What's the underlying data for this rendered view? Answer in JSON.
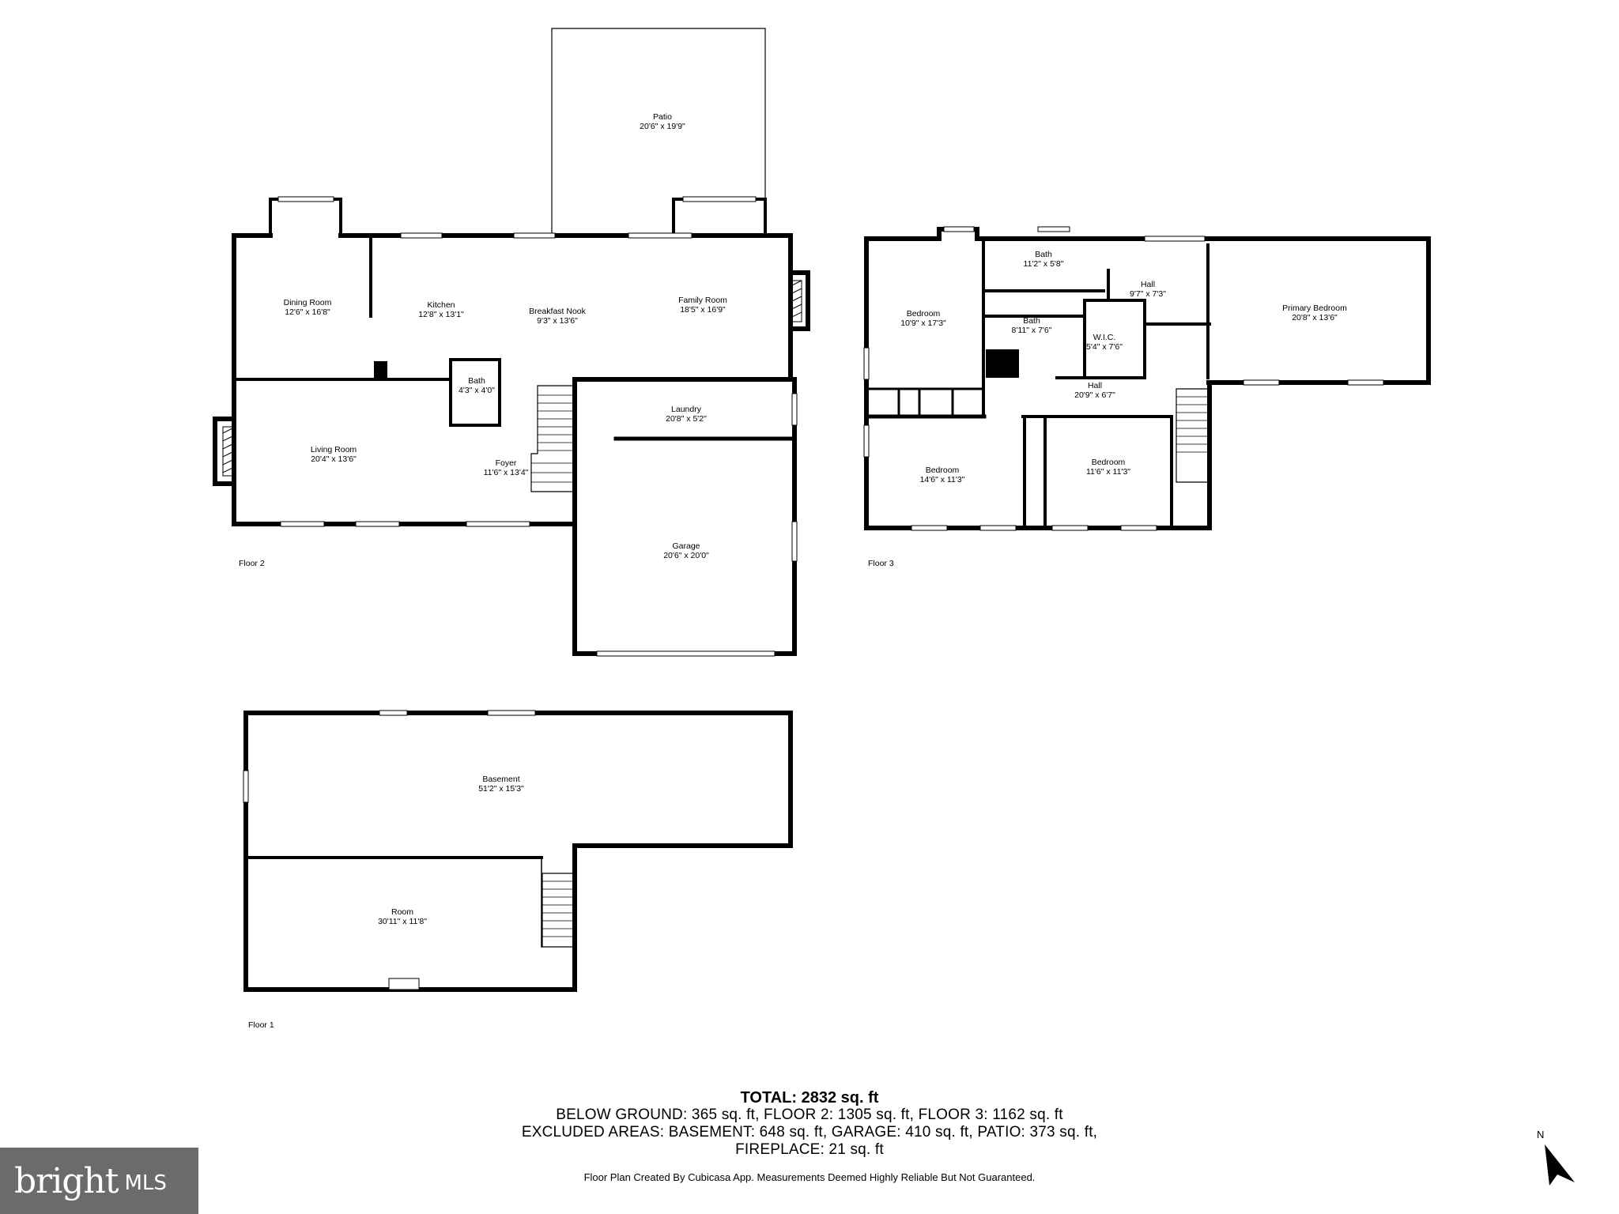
{
  "floor2": {
    "label": "Floor 2",
    "rooms": {
      "patio": {
        "name": "Patio",
        "dim": "20'6\" x 19'9\""
      },
      "dining": {
        "name": "Dining Room",
        "dim": "12'6\" x 16'8\""
      },
      "kitchen": {
        "name": "Kitchen",
        "dim": "12'8\" x 13'1\""
      },
      "nook": {
        "name": "Breakfast Nook",
        "dim": "9'3\" x 13'6\""
      },
      "family": {
        "name": "Family Room",
        "dim": "18'5\" x 16'9\""
      },
      "bath": {
        "name": "Bath",
        "dim": "4'3\" x 4'0\""
      },
      "laundry": {
        "name": "Laundry",
        "dim": "20'8\" x 5'2\""
      },
      "living": {
        "name": "Living Room",
        "dim": "20'4\" x 13'6\""
      },
      "foyer": {
        "name": "Foyer",
        "dim": "11'6\" x 13'4\""
      },
      "garage": {
        "name": "Garage",
        "dim": "20'6\" x 20'0\""
      }
    }
  },
  "floor3": {
    "label": "Floor 3",
    "rooms": {
      "bath1": {
        "name": "Bath",
        "dim": "11'2\" x 5'8\""
      },
      "hall1": {
        "name": "Hall",
        "dim": "9'7\" x 7'3\""
      },
      "primary": {
        "name": "Primary Bedroom",
        "dim": "20'8\" x 13'6\""
      },
      "bed1": {
        "name": "Bedroom",
        "dim": "10'9\" x 17'3\""
      },
      "bath2": {
        "name": "Bath",
        "dim": "8'11\" x 7'6\""
      },
      "wic": {
        "name": "W.I.C.",
        "dim": "5'4\" x 7'6\""
      },
      "hall2": {
        "name": "Hall",
        "dim": "20'9\" x 6'7\""
      },
      "bed2": {
        "name": "Bedroom",
        "dim": "14'6\" x 11'3\""
      },
      "bed3": {
        "name": "Bedroom",
        "dim": "11'6\" x 11'3\""
      }
    }
  },
  "floor1": {
    "label": "Floor 1",
    "rooms": {
      "basement": {
        "name": "Basement",
        "dim": "51'2\" x 15'3\""
      },
      "room": {
        "name": "Room",
        "dim": "30'11\" x 11'8\""
      }
    }
  },
  "summary": {
    "total": "TOTAL: 2832 sq. ft",
    "line1": "BELOW GROUND: 365 sq. ft, FLOOR 2: 1305 sq. ft, FLOOR 3: 1162 sq. ft",
    "line2": "EXCLUDED AREAS: BASEMENT: 648 sq. ft, GARAGE: 410 sq. ft, PATIO: 373 sq. ft,",
    "line3": "FIREPLACE: 21 sq. ft"
  },
  "disclaimer": "Floor Plan Created By Cubicasa App. Measurements Deemed Highly Reliable But Not Guaranteed.",
  "logo": {
    "word": "bright",
    "suffix": "MLS"
  },
  "compass": {
    "label": "N"
  },
  "colors": {
    "wall": "#000000",
    "logo_bg": "#6b6b6b",
    "background": "#ffffff"
  }
}
